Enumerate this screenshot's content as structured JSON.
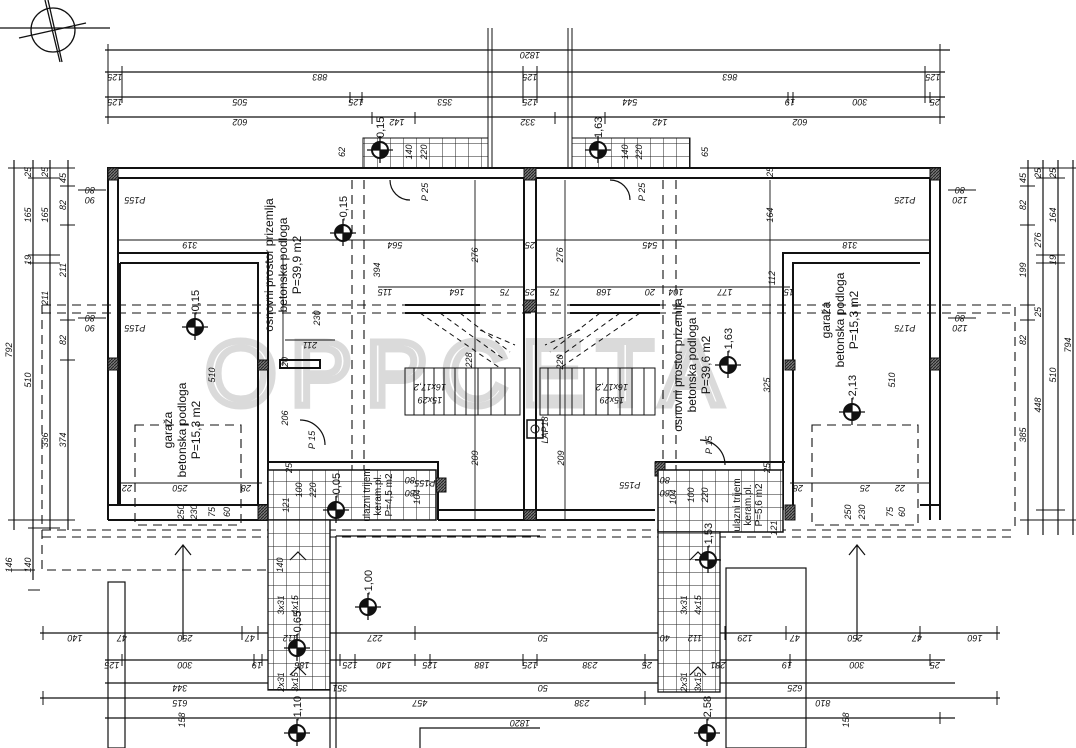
{
  "watermark": "OPPCETA",
  "rooms": [
    {
      "name": "garaža",
      "floor": "betonska podloga",
      "area": "P=15,3 m2"
    },
    {
      "name": "osnovni prostor prizemlja",
      "floor": "betonska podloga",
      "area": "P=39,9 m2"
    },
    {
      "name": "osnovni prostor prizemlja",
      "floor": "betonska podloga",
      "area": "P=39,6 m2"
    },
    {
      "name": "garaža",
      "floor": "betonska podloga",
      "area": "P=15,3 m2"
    },
    {
      "name": "ulazni trijem",
      "floor": "keram.pl.",
      "area": "P=4,5 m2"
    },
    {
      "name": "ulazni trijem",
      "floor": "keram.pl.",
      "area": "P=5,6 m2"
    }
  ],
  "elevations": [
    "0,15",
    "1,63",
    "-0,15",
    "-0,15",
    "-1,63",
    "-2,13",
    "-0,05",
    "-1,53",
    "-1,00",
    "-0,65",
    "-1,10",
    "-2,58"
  ],
  "openings": [
    "P155",
    "P155",
    "P155",
    "P 25",
    "P 15",
    "P155",
    "P 25",
    "P 15",
    "P125",
    "P175"
  ],
  "window_sizes": [
    "90",
    "80",
    "90",
    "80",
    "120",
    "80",
    "120",
    "80"
  ],
  "stairs": [
    "16x17,2",
    "15x29",
    "16x17,2",
    "15x29",
    "3x31",
    "4x15",
    "2x31",
    "3x15",
    "3x31",
    "4x15",
    "2x31",
    "3x15"
  ],
  "chimney": "LAP18",
  "dims": {
    "top": [
      "1820",
      "125",
      "883",
      "125",
      "863",
      "125",
      "125",
      "505",
      "125",
      "353",
      "125",
      "544",
      "19",
      "300",
      "25",
      "602",
      "142",
      "332",
      "142",
      "602"
    ],
    "left": [
      "792",
      "25",
      "165",
      "19",
      "510",
      "25",
      "165",
      "211",
      "336",
      "45",
      "82",
      "211",
      "82",
      "374",
      "146",
      "140"
    ],
    "right": [
      "45",
      "82",
      "199",
      "82",
      "385",
      "25",
      "276",
      "25",
      "448",
      "25",
      "164",
      "19",
      "510",
      "794"
    ],
    "inner": [
      "319",
      "564",
      "276",
      "25",
      "276",
      "545",
      "318",
      "164",
      "394",
      "115",
      "164",
      "75",
      "25",
      "75",
      "168",
      "20",
      "104",
      "177",
      "112",
      "15",
      "230",
      "211",
      "20",
      "510",
      "510",
      "206",
      "228",
      "220",
      "325",
      "209",
      "209",
      "22",
      "250",
      "28",
      "28",
      "25",
      "22",
      "62",
      "65",
      "140",
      "220",
      "140",
      "220",
      "25"
    ],
    "garage": [
      "250",
      "230",
      "75",
      "60",
      "250",
      "230",
      "75",
      "60"
    ],
    "entry": [
      "25",
      "100",
      "220",
      "121",
      "80",
      "60",
      "104",
      "80",
      "60",
      "104",
      "100",
      "220",
      "121",
      "25"
    ],
    "bottom": [
      "140",
      "47",
      "250",
      "47",
      "112",
      "227",
      "50",
      "40",
      "112",
      "129",
      "47",
      "250",
      "47",
      "160",
      "125",
      "300",
      "19",
      "186",
      "125",
      "140",
      "125",
      "188",
      "125",
      "238",
      "25",
      "281",
      "19",
      "300",
      "25",
      "344",
      "351",
      "50",
      "625",
      "615",
      "457",
      "238",
      "810",
      "1820",
      "158",
      "158",
      "140"
    ]
  }
}
